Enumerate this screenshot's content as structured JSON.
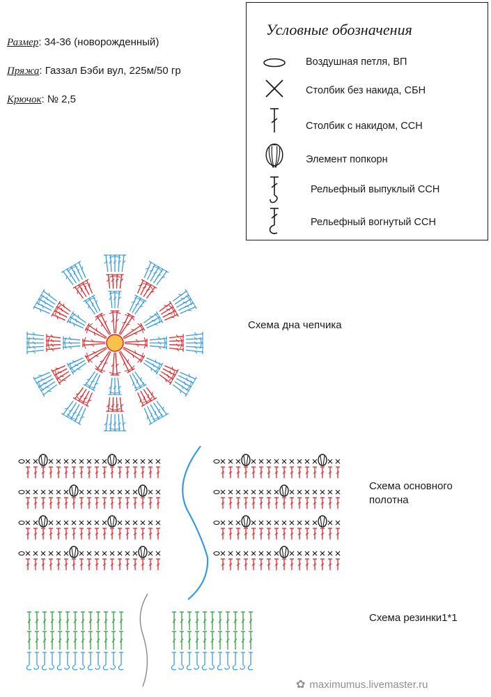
{
  "info": {
    "size_label": "Размер",
    "size_value": ": 34-36 (новорожденный)",
    "yarn_label": "Пряжа",
    "yarn_value": ": Газзал Бэби вул, 225м/50 гр",
    "hook_label": "Крючок",
    "hook_value": ": № 2,5"
  },
  "legend": {
    "title": "Условные обозначения",
    "items": [
      {
        "icon": "chain-stitch-icon",
        "label": "Воздушная петля, ВП"
      },
      {
        "icon": "single-crochet-icon",
        "label": "Столбик без накида, СБН"
      },
      {
        "icon": "double-crochet-icon",
        "label": "Столбик с накидом, ССН"
      },
      {
        "icon": "popcorn-icon",
        "label": "Элемент попкорн"
      },
      {
        "icon": "front-post-dc-icon",
        "label": "Рельефный выпуклый ССН"
      },
      {
        "icon": "back-post-dc-icon",
        "label": "Рельефный вогнутый ССН"
      }
    ]
  },
  "captions": {
    "crown": "Схема дна чепчика",
    "body": "Схема основного полотна",
    "rib": "Схема резинки1*1"
  },
  "watermark": "maximumus.livemaster.ru",
  "colors": {
    "red": "#d9262b",
    "blue": "#3a9ad9",
    "green": "#2e9e3f",
    "black": "#1a1a1a",
    "center": "#f6c24a"
  }
}
